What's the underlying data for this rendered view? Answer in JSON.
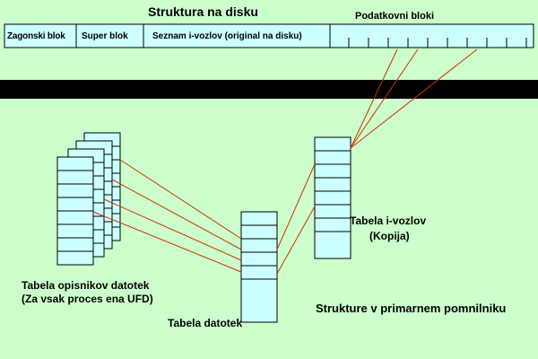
{
  "disk": {
    "title": "Struktura na disku",
    "boot_block": "Zagonski blok",
    "super_block": "Super blok",
    "inode_list": "Seznam i-vozlov (original na disku)",
    "data_blocks": "Podatkovni bloki"
  },
  "memory": {
    "title": "Strukture v primarnem pomnilniku",
    "fd_table_label_1": "Tabela opisnikov datotek",
    "fd_table_label_2": "(Za vsak proces ena UFD)",
    "file_table_label": "Tabela datotek",
    "inode_table_label_1": "Tabela i-vozlov",
    "inode_table_label_2": "(Kopija)"
  },
  "colors": {
    "background": "#ccffcc",
    "table_fill": "#ccffff",
    "band": "#000000",
    "link_line": "#cc3300"
  }
}
